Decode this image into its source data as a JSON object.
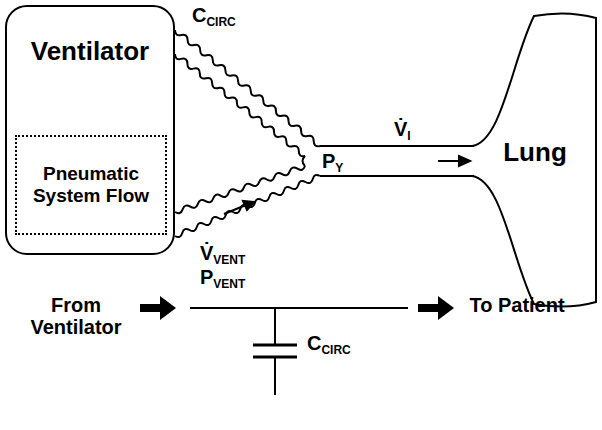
{
  "diagram": {
    "nodes": [
      {
        "text": [
          "Ventilator"
        ]
      },
      {
        "text": [
          "Pneumatic System Flow"
        ],
        "in": 0
      },
      {
        "text": [
          "Lung"
        ]
      }
    ],
    "labels": [
      "C",
      "CIRC",
      "P",
      "Y",
      "V̇",
      "I",
      "V̇",
      "VENT",
      "P",
      "VENT",
      "From Ventilator",
      "To Patient",
      "C",
      "CIRC"
    ]
  }
}
